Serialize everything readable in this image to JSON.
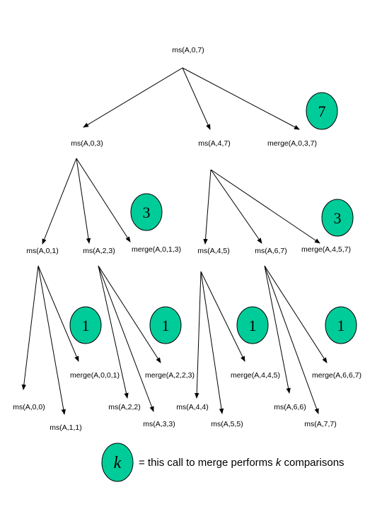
{
  "nodes": {
    "root": "ms(A,0,7)",
    "l1_left": "ms(A,0,3)",
    "l1_mid": "ms(A,4,7)",
    "l1_merge": "merge(A,0,3,7)",
    "l2_a": "ms(A,0,1)",
    "l2_b": "ms(A,2,3)",
    "l2_merge_left": "merge(A,0,1,3)",
    "l2_c": "ms(A,4,5)",
    "l2_d": "ms(A,6,7)",
    "l2_merge_right": "merge(A,4,5,7)",
    "m001": "merge(A,0,0,1)",
    "m223": "merge(A,2,2,3)",
    "m445": "merge(A,4,4,5)",
    "m667": "merge(A,6,6,7)",
    "ms00": "ms(A,0,0)",
    "ms11": "ms(A,1,1)",
    "ms22": "ms(A,2,2)",
    "ms33": "ms(A,3,3)",
    "ms44": "ms(A,4,4)",
    "ms55": "ms(A,5,5)",
    "ms66": "ms(A,6,6)",
    "ms77": "ms(A,7,7)"
  },
  "badges": {
    "b7": "7",
    "b3_left": "3",
    "b3_right": "3",
    "b1_a": "1",
    "b1_b": "1",
    "b1_c": "1",
    "b1_d": "1"
  },
  "legend": {
    "symbol": "k",
    "text_prefix": "= this call to merge performs ",
    "text_var": "k",
    "text_suffix": " comparisons"
  },
  "colors": {
    "badge_fill": "#00cc99",
    "line": "#000000"
  }
}
